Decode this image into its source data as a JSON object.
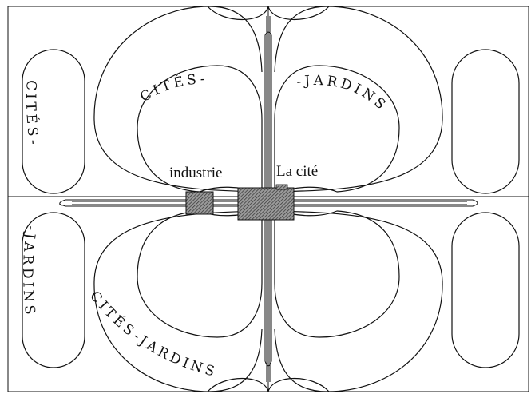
{
  "labels": {
    "industrie": "industrie",
    "la_cite": "La cité"
  },
  "curved_labels": {
    "cites_upper_left": "CITÉS-",
    "jardins_upper_right": "-JARDINS",
    "cites_left_vertical": "CITÉS-",
    "jardins_left_vertical": "-JARDINS",
    "cites_jardins_bottom": "CITÉS-JARDINS"
  },
  "colors": {
    "ink": "#111111",
    "hatch": "#6a6a6a",
    "background": "#ffffff"
  }
}
